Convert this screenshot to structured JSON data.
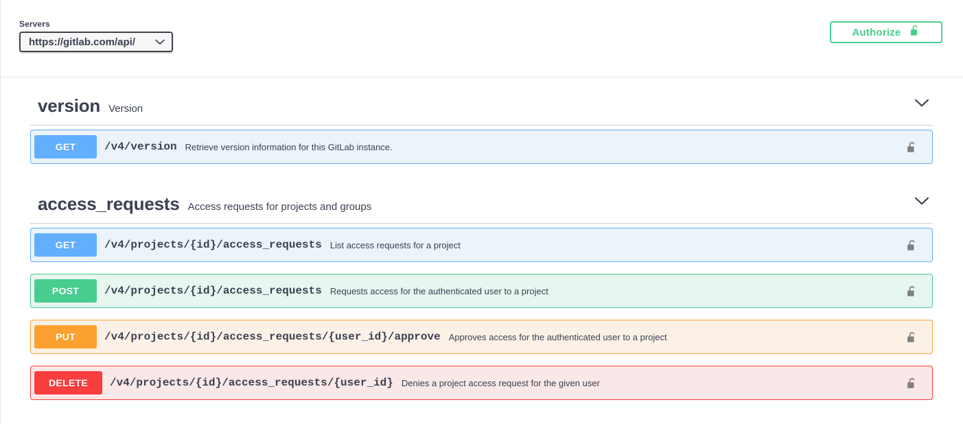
{
  "topbar": {
    "servers_label": "Servers",
    "server_value": "https://gitlab.com/api/",
    "server_caret_icon": "chevron-down-icon",
    "authorize_label": "Authorize",
    "authorize_icon": "unlock-icon",
    "accent_green": "#49cc90"
  },
  "sections": [
    {
      "name": "version",
      "description": "Version",
      "toggle_icon": "chevron-down-icon",
      "operations": [
        {
          "method": "GET",
          "method_class": "get",
          "method_color": "#61affe",
          "row_background": "#ebf3fb",
          "path": "/v4/version",
          "summary": "Retrieve version information for this GitLab instance.",
          "auth_icon": "unlock-icon"
        }
      ]
    },
    {
      "name": "access_requests",
      "description": "Access requests for projects and groups",
      "toggle_icon": "chevron-down-icon",
      "operations": [
        {
          "method": "GET",
          "method_class": "get",
          "method_color": "#61affe",
          "row_background": "#ebf3fb",
          "path": "/v4/projects/{id}/access_requests",
          "summary": "List access requests for a project",
          "auth_icon": "unlock-icon"
        },
        {
          "method": "POST",
          "method_class": "post",
          "method_color": "#49cc90",
          "row_background": "#e8f6f0",
          "path": "/v4/projects/{id}/access_requests",
          "summary": "Requests access for the authenticated user to a project",
          "auth_icon": "unlock-icon"
        },
        {
          "method": "PUT",
          "method_class": "put",
          "method_color": "#fca130",
          "row_background": "#fbf1e6",
          "path": "/v4/projects/{id}/access_requests/{user_id}/approve",
          "summary": "Approves access for the authenticated user to a project",
          "auth_icon": "unlock-icon"
        },
        {
          "method": "DELETE",
          "method_class": "delete",
          "method_color": "#f93e3e",
          "row_background": "#fae7e7",
          "path": "/v4/projects/{id}/access_requests/{user_id}",
          "summary": "Denies a project access request for the given user",
          "auth_icon": "unlock-icon"
        }
      ]
    }
  ]
}
